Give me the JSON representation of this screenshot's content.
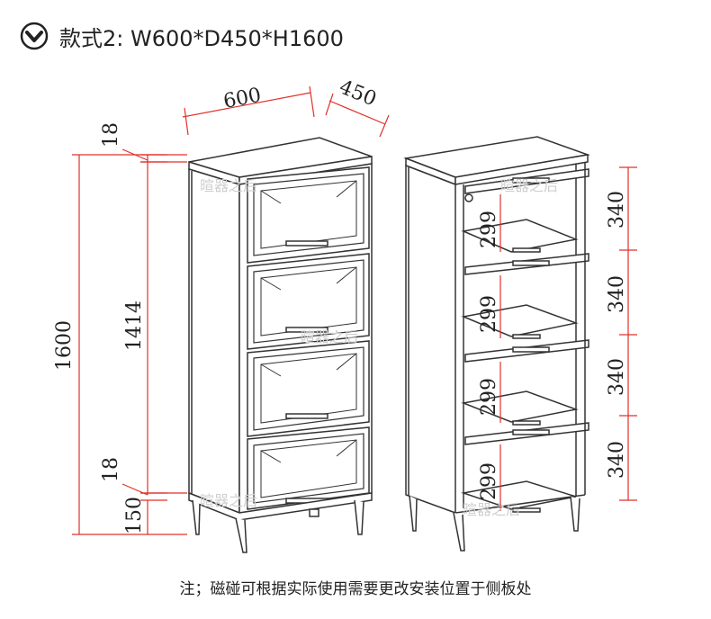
{
  "header": {
    "title": "款式2: W600*D450*H1600",
    "icon": "chevron-down-circle-icon"
  },
  "annotations": {
    "width": "600",
    "depth": "450",
    "total_height": "1600",
    "body_height": "1414",
    "top_panel": "18",
    "bottom_panel": "18",
    "leg_height": "150",
    "shelf_spacing": "340",
    "inner_height": "299"
  },
  "footer_note": "注；磁碰可根据实际使用需要更改安装位置于侧板处",
  "watermarks": [
    "暄器之后",
    "暄器之后",
    "暄器之后",
    "暄器之后",
    "暄器之后"
  ],
  "colors": {
    "dimension_line": "#e0302a",
    "outline": "#333333"
  }
}
